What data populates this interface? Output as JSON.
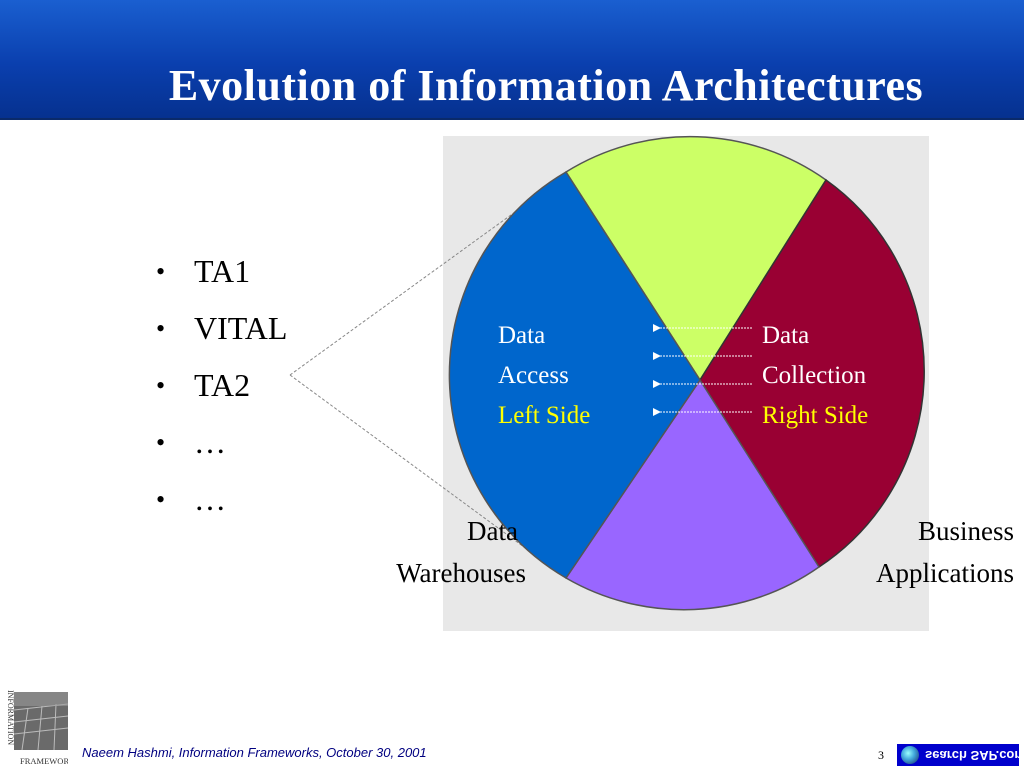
{
  "slide": {
    "title": "Evolution of Information Architectures"
  },
  "bullets": [
    "TA1",
    "VITAL",
    "TA2",
    "…",
    "…"
  ],
  "diagram": {
    "left_side": {
      "line1": "Data",
      "line2": "Access",
      "line3": "Left Side"
    },
    "right_side": {
      "line1": "Data",
      "line2": "Collection",
      "line3": "Right Side"
    },
    "bottom_left": {
      "line1": "Data",
      "line2": "Warehouses"
    },
    "bottom_right": {
      "line1": "Business",
      "line2": "Applications"
    },
    "colors": {
      "left": "#0066cc",
      "top": "#ccff66",
      "right": "#990033",
      "bottom": "#9966ff",
      "panel": "#e8e8e8"
    }
  },
  "footer": {
    "logo_text_1": "INFORMATION",
    "logo_text_2": "FRAMEWORKS",
    "credit": "Naeem Hashmi,  Information Frameworks, October 30, 2001",
    "page_number": "3",
    "sap_logo": "search SAP.com"
  }
}
